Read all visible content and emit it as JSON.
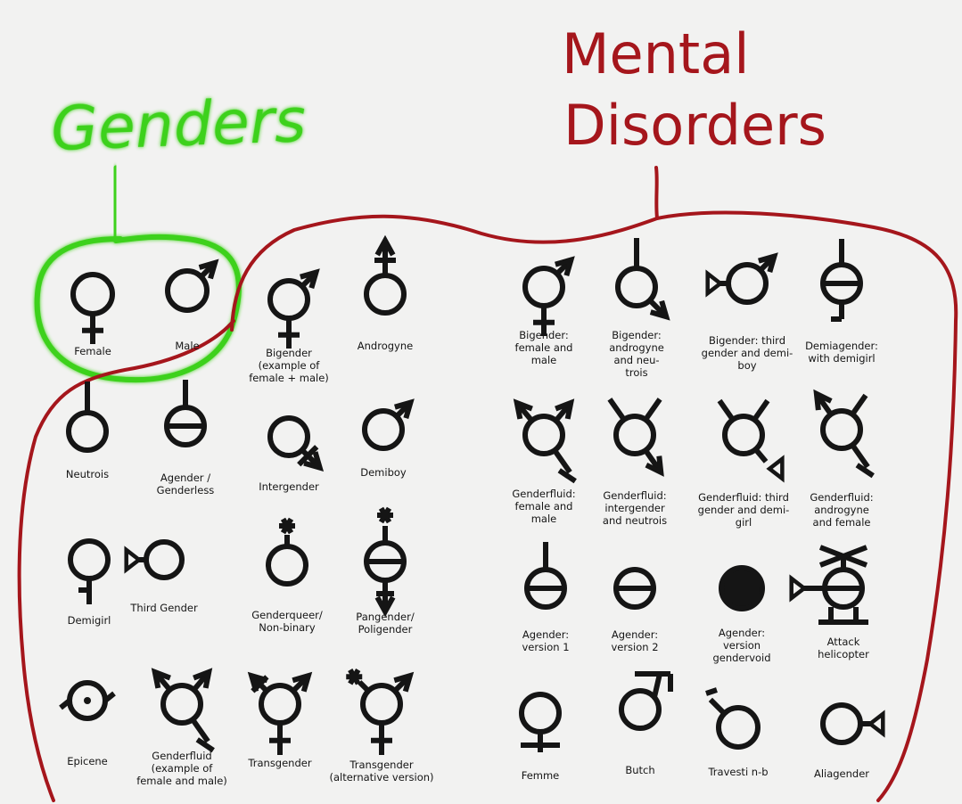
{
  "annotations": {
    "genders_title": "Genders",
    "disorders_title_1": "Mental",
    "disorders_title_2": "Disorders",
    "colors": {
      "genders": "#3ed11a",
      "disorders": "#a5161c",
      "ink": "#151515"
    }
  },
  "symbols": [
    {
      "icon": "female-symbol-icon",
      "lines": [
        "Female"
      ]
    },
    {
      "icon": "male-symbol-icon",
      "lines": [
        "Male"
      ]
    },
    {
      "icon": "bigender-symbol-icon",
      "lines": [
        "Bigender",
        "(example of",
        "female + male)"
      ]
    },
    {
      "icon": "androgyne-symbol-icon",
      "lines": [
        "Androgyne"
      ]
    },
    {
      "icon": "bigender-female-male-symbol-icon",
      "lines": [
        "Bigender:",
        "female and",
        "male"
      ]
    },
    {
      "icon": "bigender-androgyne-neutrois-symbol-icon",
      "lines": [
        "Bigender:",
        "androgyne",
        "and neu-",
        "trois"
      ]
    },
    {
      "icon": "bigender-third-gender-demiboy-symbol-icon",
      "lines": [
        "Bigender: third",
        "gender and demi-",
        "boy"
      ]
    },
    {
      "icon": "demiagender-demigirl-symbol-icon",
      "lines": [
        "Demiagender:",
        "with demigirl"
      ]
    },
    {
      "icon": "neutrois-symbol-icon",
      "lines": [
        "Neutrois"
      ]
    },
    {
      "icon": "agender-symbol-icon",
      "lines": [
        "Agender /",
        "Genderless"
      ]
    },
    {
      "icon": "intergender-symbol-icon",
      "lines": [
        "Intergender"
      ]
    },
    {
      "icon": "demiboy-symbol-icon",
      "lines": [
        "Demiboy"
      ]
    },
    {
      "icon": "genderfluid-female-male-symbol-icon",
      "lines": [
        "Genderfluid:",
        "female and",
        "male"
      ]
    },
    {
      "icon": "genderfluid-intergender-neutrois-symbol-icon",
      "lines": [
        "Genderfluid:",
        "intergender",
        "and neutrois"
      ]
    },
    {
      "icon": "genderfluid-third-gender-demigirl-symbol-icon",
      "lines": [
        "Genderfluid: third",
        "gender and demi-",
        "girl"
      ]
    },
    {
      "icon": "genderfluid-androgyne-female-symbol-icon",
      "lines": [
        "Genderfluid:",
        "androgyne",
        "and female"
      ]
    },
    {
      "icon": "demigirl-symbol-icon",
      "lines": [
        "Demigirl"
      ]
    },
    {
      "icon": "third-gender-symbol-icon",
      "lines": [
        "Third Gender"
      ]
    },
    {
      "icon": "genderqueer-symbol-icon",
      "lines": [
        "Genderqueer/",
        "Non-binary"
      ]
    },
    {
      "icon": "pangender-symbol-icon",
      "lines": [
        "Pangender/",
        "Poligender"
      ]
    },
    {
      "icon": "agender-v1-symbol-icon",
      "lines": [
        "Agender:",
        "version 1"
      ]
    },
    {
      "icon": "agender-v2-symbol-icon",
      "lines": [
        "Agender:",
        "version 2"
      ]
    },
    {
      "icon": "gendervoid-symbol-icon",
      "lines": [
        "Agender:",
        "version",
        "gendervoid"
      ]
    },
    {
      "icon": "attack-helicopter-symbol-icon",
      "lines": [
        "Attack",
        "helicopter"
      ]
    },
    {
      "icon": "epicene-symbol-icon",
      "lines": [
        "Epicene"
      ]
    },
    {
      "icon": "genderfluid-example-symbol-icon",
      "lines": [
        "Genderfluid",
        "(example of",
        "female and male)"
      ]
    },
    {
      "icon": "transgender-symbol-icon",
      "lines": [
        "Transgender"
      ]
    },
    {
      "icon": "transgender-alt-symbol-icon",
      "lines": [
        "Transgender",
        "(alternative version)"
      ]
    },
    {
      "icon": "femme-symbol-icon",
      "lines": [
        "Femme"
      ]
    },
    {
      "icon": "butch-symbol-icon",
      "lines": [
        "Butch"
      ]
    },
    {
      "icon": "travesti-nb-symbol-icon",
      "lines": [
        "Travesti n-b"
      ]
    },
    {
      "icon": "aliagender-symbol-icon",
      "lines": [
        "Aliagender"
      ]
    }
  ]
}
